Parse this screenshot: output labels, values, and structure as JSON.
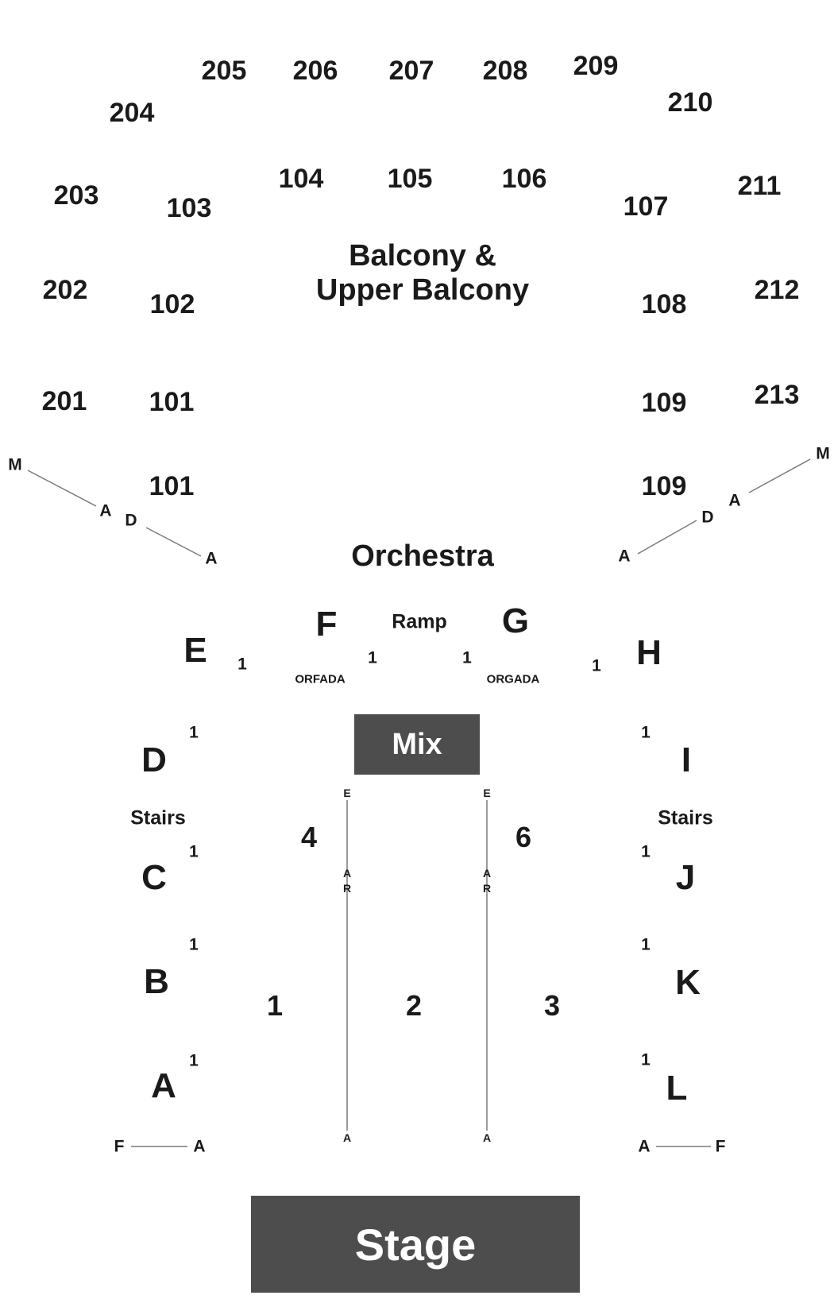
{
  "balcony": {
    "title_line1": "Balcony &",
    "title_line2": "Upper Balcony",
    "upper_sections": [
      "201",
      "202",
      "203",
      "204",
      "205",
      "206",
      "207",
      "208",
      "209",
      "210",
      "211",
      "212",
      "213"
    ],
    "lower_sections": [
      "101",
      "101",
      "102",
      "103",
      "104",
      "105",
      "106",
      "107",
      "108",
      "109",
      "109"
    ]
  },
  "orchestra": {
    "title": "Orchestra",
    "ramp": "Ramp",
    "stairs_left": "Stairs",
    "stairs_right": "Stairs",
    "side_sections": {
      "A": "A",
      "B": "B",
      "C": "C",
      "D": "D",
      "E": "E",
      "F": "F",
      "G": "G",
      "H": "H",
      "I": "I",
      "J": "J",
      "K": "K",
      "L": "L"
    },
    "center_sections": {
      "s1": "1",
      "s2": "2",
      "s3": "3",
      "s4": "4",
      "s6": "6"
    },
    "seat_one": "1",
    "row_codes": {
      "left": "ORFADA",
      "right": "ORGADA"
    },
    "row_letters": {
      "M": "M",
      "A": "A",
      "D": "D",
      "F": "F",
      "E": "E",
      "R": "R"
    }
  },
  "mix": {
    "label": "Mix"
  },
  "stage": {
    "label": "Stage"
  },
  "colors": {
    "box_fill": "#4d4d4d",
    "box_text": "#ffffff",
    "line": "#7a7a7a",
    "text": "#1a1a1a"
  }
}
